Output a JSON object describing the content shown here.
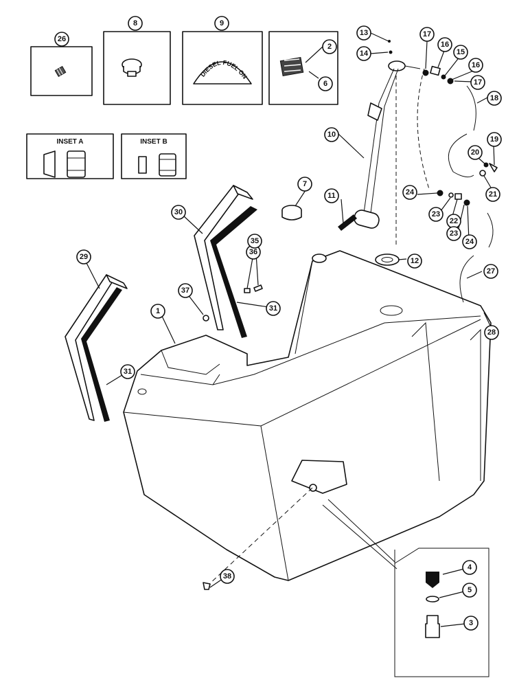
{
  "insets": {
    "a_label": "INSET A",
    "b_label": "INSET B"
  },
  "decal_text": "DIESEL FUEL ONLY",
  "callouts": {
    "c1": "1",
    "c2": "2",
    "c3": "3",
    "c4": "4",
    "c5": "5",
    "c6": "6",
    "c7": "7",
    "c8": "8",
    "c9": "9",
    "c10": "10",
    "c11": "11",
    "c12": "12",
    "c13": "13",
    "c14": "14",
    "c15": "15",
    "c16a": "16",
    "c16b": "16",
    "c17a": "17",
    "c17b": "17",
    "c18": "18",
    "c19": "19",
    "c20": "20",
    "c21": "21",
    "c22": "22",
    "c23a": "23",
    "c23b": "23",
    "c24a": "24",
    "c24b": "24",
    "c26": "26",
    "c27": "27",
    "c28": "28",
    "c29": "29",
    "c30": "30",
    "c31a": "31",
    "c31b": "31",
    "c35": "35",
    "c36": "36",
    "c37": "37",
    "c38": "38"
  }
}
